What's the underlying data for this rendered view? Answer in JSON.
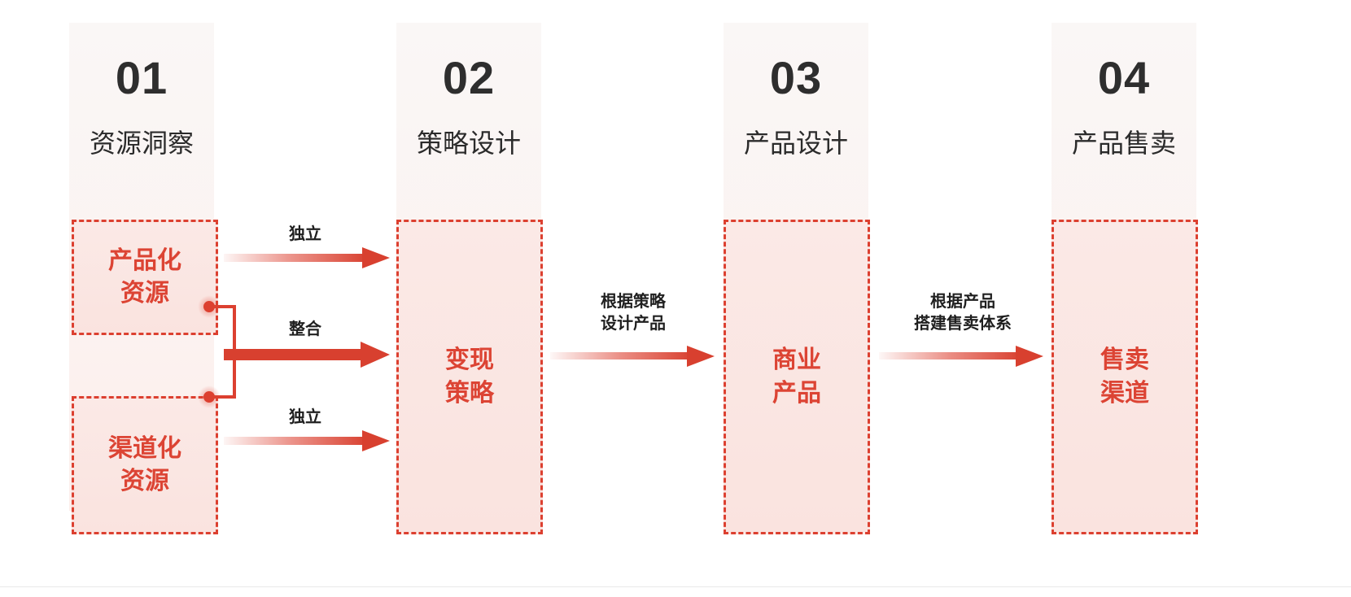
{
  "diagram": {
    "title_hidden": "",
    "accent_color": "#dc4030",
    "accent_soft": "#fbe9e6",
    "band_color": "#faf3f1",
    "text_dark": "#2b2b2b"
  },
  "stages": [
    {
      "number": "01",
      "title": "资源洞察"
    },
    {
      "number": "02",
      "title": "策略设计"
    },
    {
      "number": "03",
      "title": "产品设计"
    },
    {
      "number": "04",
      "title": "产品售卖"
    }
  ],
  "nodes": [
    {
      "id": "productized-resource",
      "label": "产品化\n资源"
    },
    {
      "id": "channelized-resource",
      "label": "渠道化\n资源"
    },
    {
      "id": "monetization-strategy",
      "label": "变现\n策略"
    },
    {
      "id": "commercial-product",
      "label": "商业\n产品"
    },
    {
      "id": "sales-channel",
      "label": "售卖\n渠道"
    }
  ],
  "connectors": [
    {
      "id": "independent-top",
      "label": "独立",
      "style": "gradient"
    },
    {
      "id": "integrate-middle",
      "label": "整合",
      "style": "solid"
    },
    {
      "id": "independent-bottom",
      "label": "独立",
      "style": "gradient"
    },
    {
      "id": "strategy-to-product",
      "label": "根据策略\n设计产品",
      "style": "gradient"
    },
    {
      "id": "product-to-sales",
      "label": "根据产品\n搭建售卖体系",
      "style": "gradient"
    }
  ]
}
